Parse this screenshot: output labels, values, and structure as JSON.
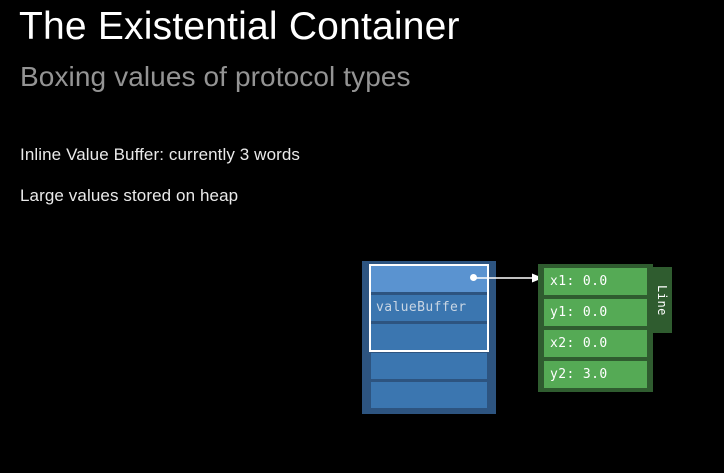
{
  "slide": {
    "background_color": "#000000",
    "title": "The Existential Container",
    "subtitle": "Boxing values of protocol types",
    "bullets": [
      "Inline Value Buffer: currently 3 words",
      "Large values stored on heap"
    ]
  },
  "diagram": {
    "existential_container": {
      "color": "#2d5480",
      "slot_color": "#3b76b0",
      "first_slot_color": "#5a93d0",
      "slot_count": 5,
      "value_buffer_label": "valueBuffer",
      "value_buffer_outline_color": "#ffffff",
      "value_buffer_slot_count": 3,
      "reference_dot_color": "#ffffff"
    },
    "arrow": {
      "color": "#ffffff",
      "direction": "right"
    },
    "heap_object": {
      "box_color": "#2f5c2f",
      "field_color": "#55aa55",
      "text_color": "#ffffff",
      "type_name": "Line",
      "fields": [
        "x1: 0.0",
        "y1: 0.0",
        "x2: 0.0",
        "y2: 3.0"
      ]
    }
  }
}
